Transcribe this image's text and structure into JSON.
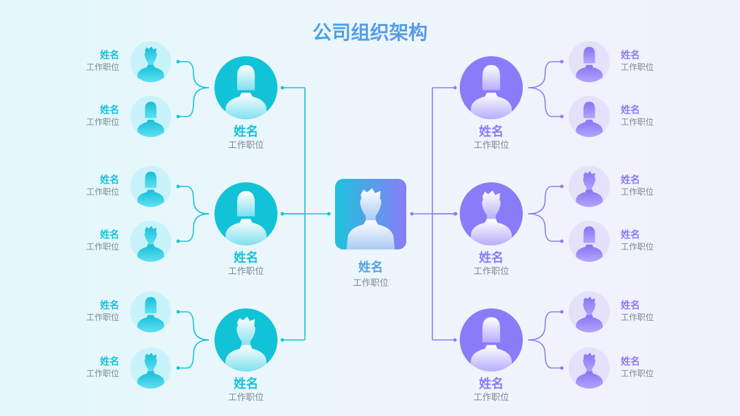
{
  "title": "公司组织架构",
  "colors": {
    "cyan": "#12c3d8",
    "cyan_light": "#c9f3fb",
    "purple": "#8a7cf8",
    "purple_light": "#e4e1fb",
    "title_text": "#7b8794"
  },
  "center": {
    "name": "姓名",
    "title": "工作职位"
  },
  "left": [
    {
      "name": "姓名",
      "title": "工作职位",
      "icon": "female",
      "reports": [
        {
          "name": "姓名",
          "title": "工作职位",
          "icon": "male"
        },
        {
          "name": "姓名",
          "title": "工作职位",
          "icon": "female"
        }
      ]
    },
    {
      "name": "姓名",
      "title": "工作职位",
      "icon": "female",
      "reports": [
        {
          "name": "姓名",
          "title": "工作职位",
          "icon": "female"
        },
        {
          "name": "姓名",
          "title": "工作职位",
          "icon": "male"
        }
      ]
    },
    {
      "name": "姓名",
      "title": "工作职位",
      "icon": "male",
      "reports": [
        {
          "name": "姓名",
          "title": "工作职位",
          "icon": "female"
        },
        {
          "name": "姓名",
          "title": "工作职位",
          "icon": "male"
        }
      ]
    }
  ],
  "right": [
    {
      "name": "姓名",
      "title": "工作职位",
      "icon": "female",
      "reports": [
        {
          "name": "姓名",
          "title": "工作职位",
          "icon": "female"
        },
        {
          "name": "姓名",
          "title": "工作职位",
          "icon": "female"
        }
      ]
    },
    {
      "name": "姓名",
      "title": "工作职位",
      "icon": "male",
      "reports": [
        {
          "name": "姓名",
          "title": "工作职位",
          "icon": "male"
        },
        {
          "name": "姓名",
          "title": "工作职位",
          "icon": "female"
        }
      ]
    },
    {
      "name": "姓名",
      "title": "工作职位",
      "icon": "female",
      "reports": [
        {
          "name": "姓名",
          "title": "工作职位",
          "icon": "male"
        },
        {
          "name": "姓名",
          "title": "工作职位",
          "icon": "male"
        }
      ]
    }
  ]
}
